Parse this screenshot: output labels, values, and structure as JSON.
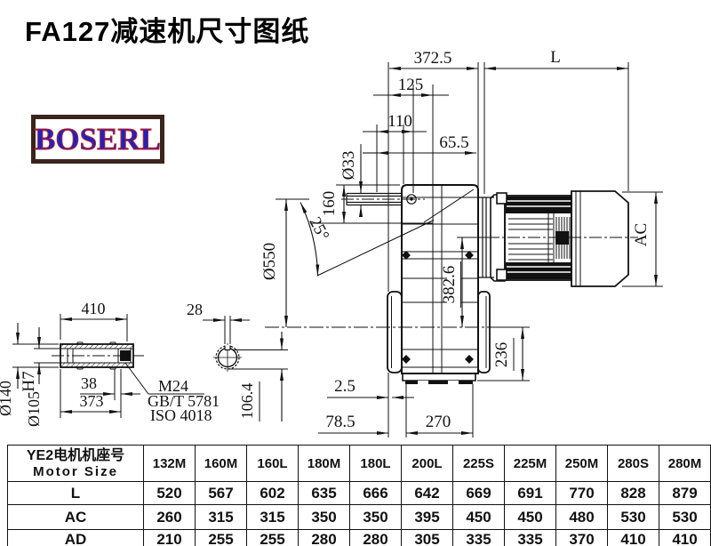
{
  "title": "FA127减速机尺寸图纸",
  "logo": {
    "text": "BOSERL",
    "border_color": "#3a241c",
    "text_color": "#2222bb",
    "outline_color": "#cc2222"
  },
  "drawing": {
    "dims": {
      "d372_5": "372.5",
      "L": "L",
      "d125": "125",
      "d110": "110",
      "d65_5": "65.5",
      "d33": "Ø33",
      "d160": "160",
      "a25": "25°",
      "d550": "Ø550",
      "d382_6": "382.6",
      "d236": "236",
      "ac": "AC",
      "d2_5": "2.5",
      "d78_5": "78.5",
      "d270": "270",
      "d410": "410",
      "d28": "28",
      "d38": "38",
      "d373": "373",
      "d140": "Ø140",
      "d105": "Ø105",
      "h7": "H7",
      "d106_4": "106.4",
      "m24": "M24",
      "gbt": "GB/T 5781",
      "iso": "ISO 4018"
    }
  },
  "table": {
    "header_cn": "YE2电机机座号",
    "header_en": "Motor Size",
    "columns": [
      "132M",
      "160M",
      "160L",
      "180M",
      "180L",
      "200L",
      "225S",
      "225M",
      "250M",
      "280S",
      "280M"
    ],
    "rows": [
      {
        "label": "L",
        "values": [
          520,
          567,
          602,
          635,
          666,
          642,
          669,
          691,
          770,
          828,
          879
        ]
      },
      {
        "label": "AC",
        "values": [
          260,
          315,
          315,
          350,
          350,
          395,
          450,
          450,
          480,
          530,
          530
        ]
      },
      {
        "label": "AD",
        "values": [
          210,
          255,
          255,
          280,
          280,
          305,
          335,
          335,
          370,
          410,
          410
        ]
      }
    ]
  }
}
